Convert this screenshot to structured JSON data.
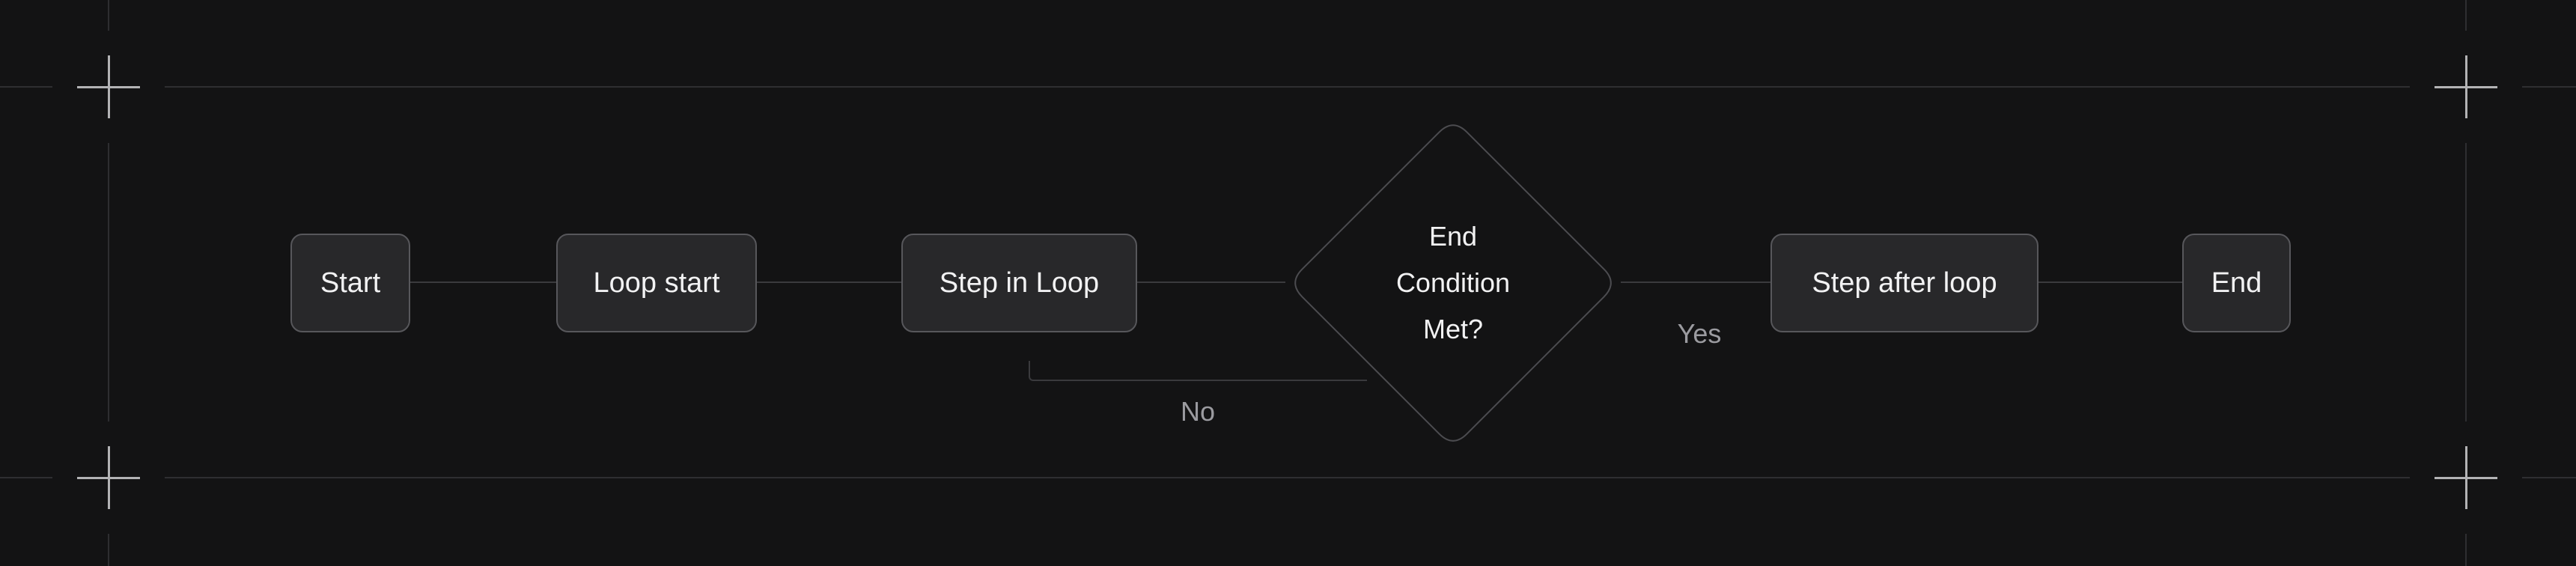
{
  "app": {
    "type": "flowchart-canvas"
  },
  "theme": {
    "bg": "#131314",
    "guide": "#2e2e31",
    "crosshair": "#b3b3b5",
    "node_fill": "#28282a",
    "node_border": "#57575b",
    "diamond_border": "#4c4c50",
    "edge": "#3a3a3d",
    "node_text": "#f2f2f3",
    "edge_label": "#9b9ba0"
  },
  "nodes": {
    "start": {
      "label": "Start"
    },
    "loop_start": {
      "label": "Loop start"
    },
    "step_in_loop": {
      "label": "Step in Loop"
    },
    "decision": {
      "lines": [
        "End",
        "Condition",
        "Met?"
      ]
    },
    "step_after_loop": {
      "label": "Step after loop"
    },
    "end": {
      "label": "End"
    }
  },
  "edge_labels": {
    "yes": "Yes",
    "no": "No"
  }
}
